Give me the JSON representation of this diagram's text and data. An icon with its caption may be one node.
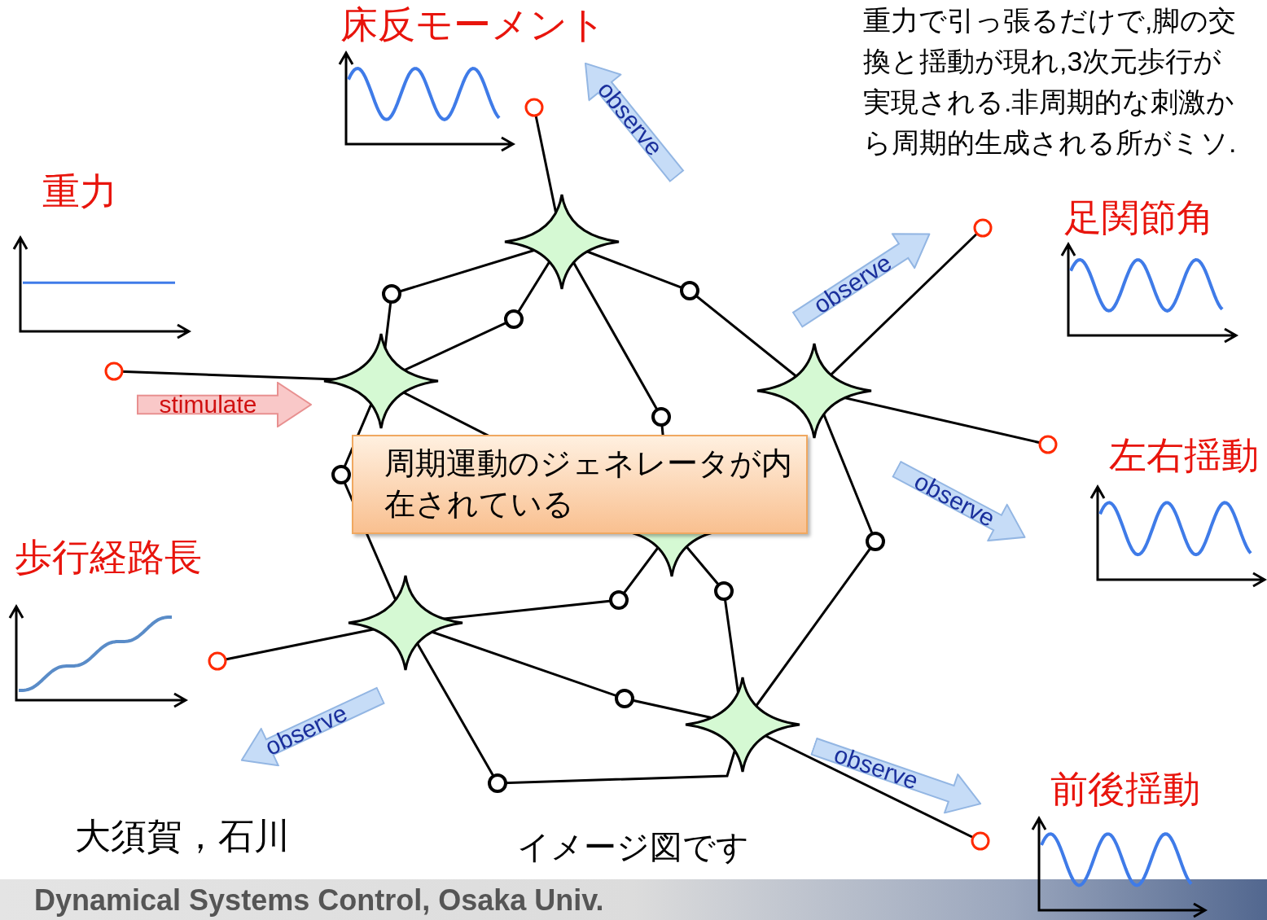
{
  "diagram": {
    "nodes": [
      {
        "text": [
          "stimulate"
        ]
      },
      {
        "text": [
          "observe"
        ]
      },
      {
        "text": [
          "observe"
        ]
      },
      {
        "text": [
          "observe"
        ]
      },
      {
        "text": [
          "observe"
        ]
      },
      {
        "text": [
          "observe"
        ]
      },
      {
        "text": [
          "周期運動のジェネレータが内在されている"
        ]
      }
    ],
    "labels": [
      "床反モーメント",
      "重力",
      "重力で引っ張るだけで,脚の交換と揺動が現れ,3次元歩行が実現される.非周期的な刺激から周期的生成される所がミソ.",
      "足関節角",
      "左右揺動",
      "歩行経路長",
      "前後揺動",
      "大須賀，石川",
      "イメージ図です",
      "Dynamical Systems Control, Osaka Univ."
    ]
  }
}
